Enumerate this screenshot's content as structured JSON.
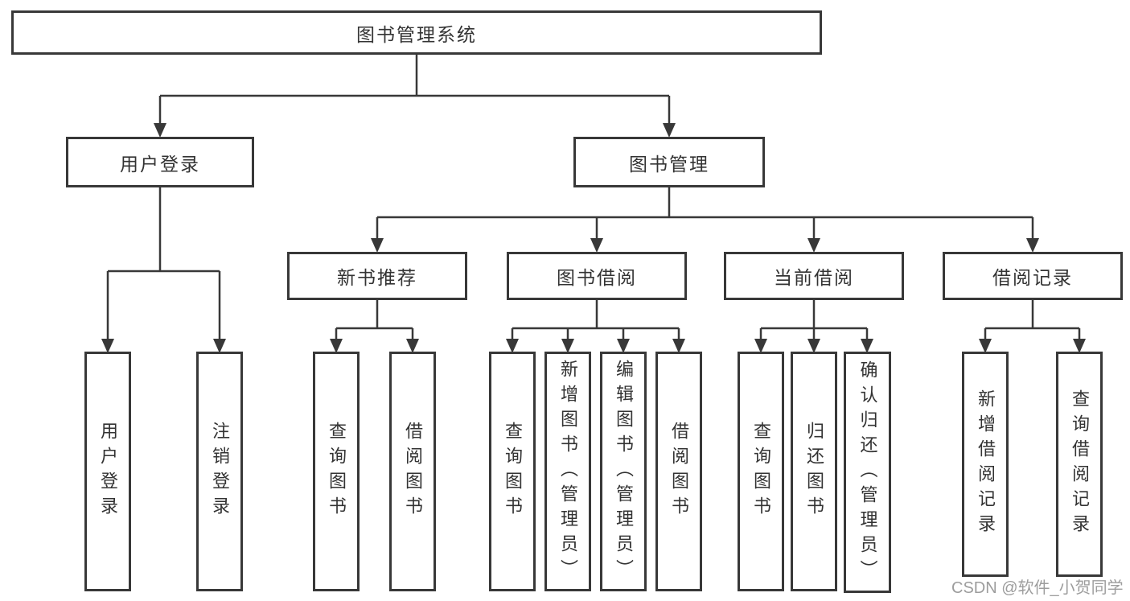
{
  "colors": {
    "line": "#383838",
    "border": "#383838",
    "text": "#333333",
    "box_fill": "#ffffff",
    "watermark": "#9d9d9d"
  },
  "tree": {
    "root": {
      "label": "图书管理系统"
    },
    "branches": [
      {
        "label": "用户登录",
        "children": [
          {
            "label": "用户登录"
          },
          {
            "label": "注销登录"
          }
        ]
      },
      {
        "label": "图书管理",
        "sections": [
          {
            "label": "新书推荐",
            "children": [
              {
                "label": "查询图书"
              },
              {
                "label": "借阅图书"
              }
            ]
          },
          {
            "label": "图书借阅",
            "children": [
              {
                "label": "查询图书"
              },
              {
                "label": "新增图书（管理员）"
              },
              {
                "label": "编辑图书（管理员）"
              },
              {
                "label": "借阅图书"
              }
            ]
          },
          {
            "label": "当前借阅",
            "children": [
              {
                "label": "查询图书"
              },
              {
                "label": "归还图书"
              },
              {
                "label": "确认归还（管理员）"
              }
            ]
          },
          {
            "label": "借阅记录",
            "children": [
              {
                "label": "新增借阅记录"
              },
              {
                "label": "查询借阅记录"
              }
            ]
          }
        ]
      }
    ]
  },
  "watermark": {
    "text": "CSDN @软件_小贺同学"
  }
}
